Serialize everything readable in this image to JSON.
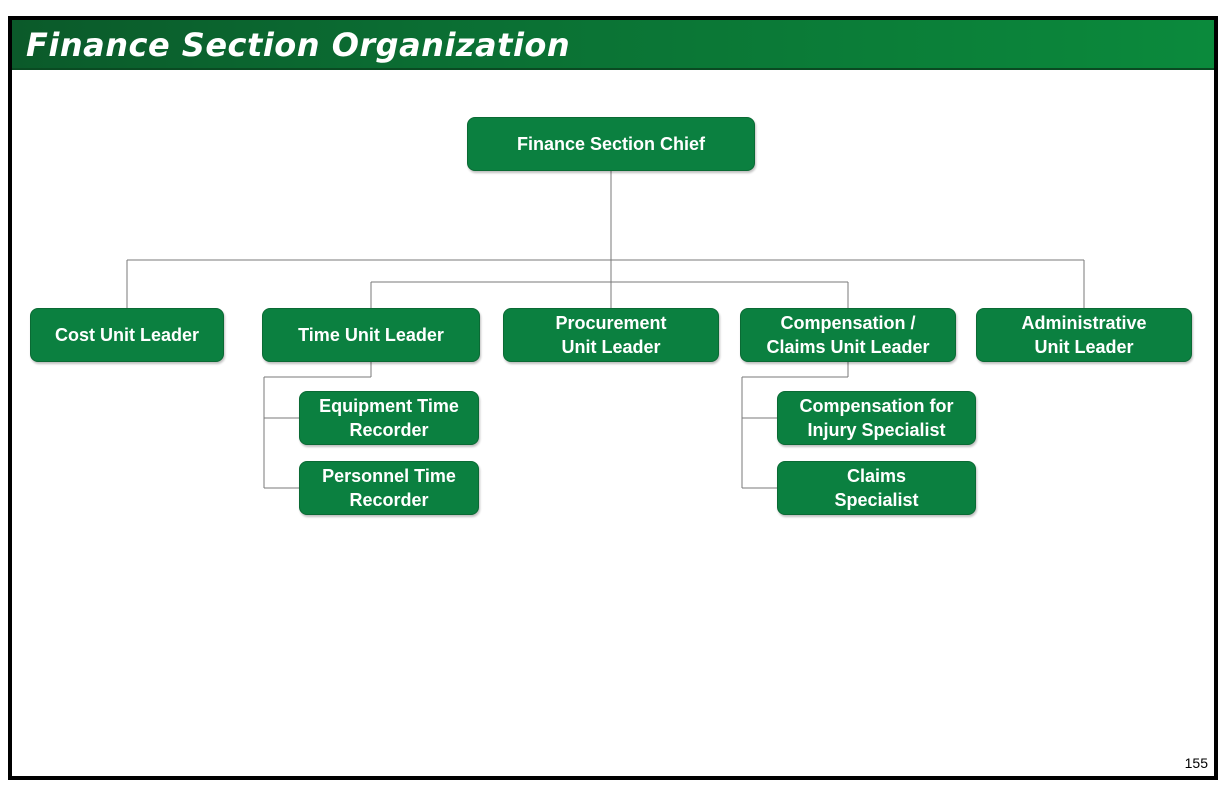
{
  "slide": {
    "title": "Finance Section Organization",
    "page_number": "155"
  },
  "colors": {
    "node_fill": "#0b8040",
    "header_start": "#0b5a2a",
    "header_end": "#0b8a3c",
    "connector": "#7a7a7a"
  },
  "org_chart": {
    "root": {
      "line1": "Finance Section Chief",
      "line2": ""
    },
    "units": [
      {
        "line1": "Cost Unit Leader",
        "line2": ""
      },
      {
        "line1": "Time Unit Leader",
        "line2": ""
      },
      {
        "line1": "Procurement",
        "line2": "Unit Leader"
      },
      {
        "line1": "Compensation /",
        "line2": "Claims Unit Leader"
      },
      {
        "line1": "Administrative",
        "line2": "Unit Leader"
      }
    ],
    "time_unit_children": [
      {
        "line1": "Equipment Time",
        "line2": "Recorder"
      },
      {
        "line1": "Personnel Time",
        "line2": "Recorder"
      }
    ],
    "compensation_children": [
      {
        "line1": "Compensation for",
        "line2": "Injury Specialist"
      },
      {
        "line1": "Claims",
        "line2": "Specialist"
      }
    ]
  }
}
